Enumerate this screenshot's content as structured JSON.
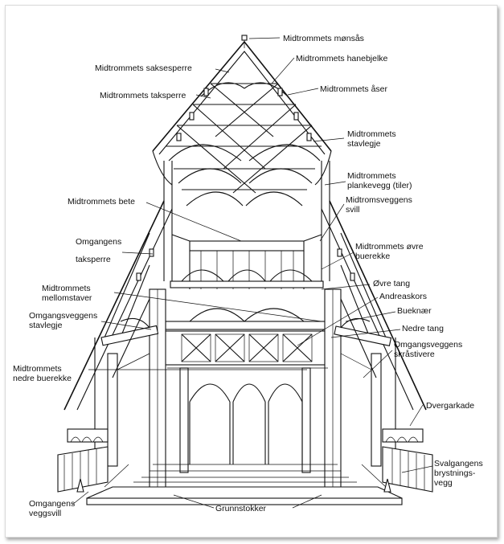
{
  "labels": {
    "monsas": "Midtrommets mønsås",
    "saksesperre": "Midtrommets saksesperre",
    "hanebjelke": "Midtrommets hanebjelke",
    "taksperre": "Midtrommets taksperre",
    "aser": "Midtrommets åser",
    "stavlegje_1": "Midtrommets",
    "stavlegje_2": "stavlegje",
    "plankevegg_1": "Midtrommets",
    "plankevegg_2": "plankevegg (tiler)",
    "bete": "Midtrommets bete",
    "sveggens_vill_1": "Midtromsveggens",
    "sveggens_vill_2": "svill",
    "omg_taksperre_1": "Omgangens",
    "omg_taksperre_2": "taksperre",
    "ovre_buerekke_1": "Midtrommets øvre",
    "ovre_buerekke_2": "buerekke",
    "mellomstaver_1": "Midtrommets",
    "mellomstaver_2": "mellomstaver",
    "ovre_tang": "Øvre tang",
    "andreaskors": "Andreaskors",
    "omgv_stavlegje_1": "Omgangsveggens",
    "omgv_stavlegje_2": "stavlegje",
    "bueknaer": "Bueknær",
    "nedre_tang": "Nedre tang",
    "skrastivere_1": "Omgangsveggens",
    "skrastivere_2": "skråstivere",
    "nedre_buerekke_1": "Midtrommets",
    "nedre_buerekke_2": "nedre buerekke",
    "dvergarkade": "Dvergarkade",
    "svalgangens_1": "Svalgangens",
    "svalgangens_2": "brystnings-",
    "svalgangens_3": "vegg",
    "omg_veggsvill_1": "Omgangens",
    "omg_veggsvill_2": "veggsvill",
    "grunnstokker": "Grunnstokker"
  }
}
